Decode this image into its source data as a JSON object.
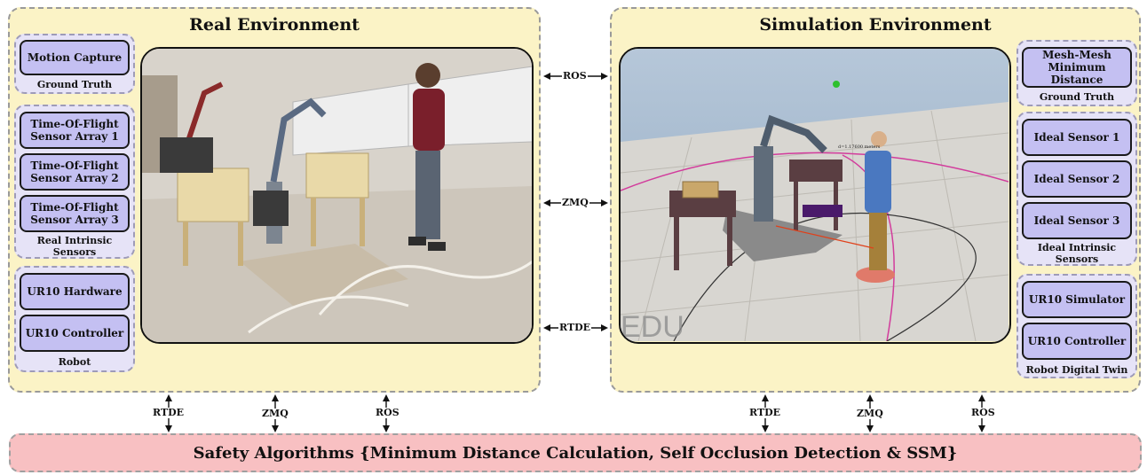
{
  "real_env": {
    "title": "Real Environment",
    "ground_truth": {
      "label": "Ground Truth",
      "items": [
        "Motion Capture"
      ]
    },
    "sensors": {
      "label": "Real Intrinsic Sensors",
      "items": [
        "Time-Of-Flight Sensor Array 1",
        "Time-Of-Flight Sensor Array 2",
        "Time-Of-Flight Sensor Array 3"
      ]
    },
    "robot": {
      "label": "Robot",
      "items": [
        "UR10 Hardware",
        "UR10 Controller"
      ]
    }
  },
  "sim_env": {
    "title": "Simulation Environment",
    "ground_truth": {
      "label": "Ground Truth",
      "items": [
        "Mesh-Mesh Minimum Distance"
      ]
    },
    "sensors": {
      "label": "Ideal Intrinsic Sensors",
      "items": [
        "Ideal Sensor 1",
        "Ideal Sensor 2",
        "Ideal Sensor 3"
      ]
    },
    "robot": {
      "label": "Robot Digital Twin",
      "items": [
        "UR10 Simulator",
        "UR10 Controller"
      ]
    }
  },
  "links_between": [
    "ROS",
    "ZMQ",
    "RTDE"
  ],
  "links_down": [
    "RTDE",
    "ZMQ",
    "ROS",
    "RTDE",
    "ZMQ",
    "ROS"
  ],
  "sim_watermark": "EDU",
  "sim_distance_readout": "d=1.17600 meters",
  "safety_label": "Safety Algorithms {Minimum Distance Calculation, Self Occlusion Detection & SSM}",
  "colors": {
    "env_fill": "#fbf3c6",
    "group_fill": "#e6e3f7",
    "box_fill": "#c4c0f2",
    "safety_fill": "#f8c0c2"
  }
}
